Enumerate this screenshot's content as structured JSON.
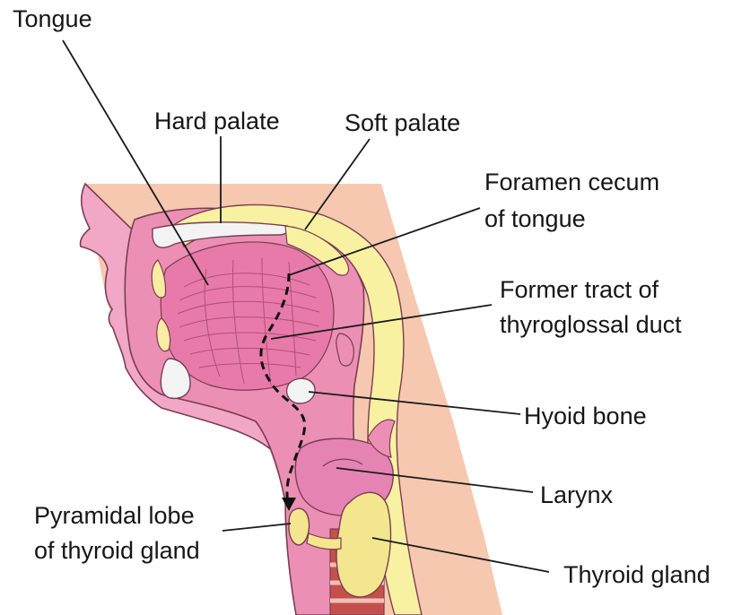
{
  "labels": {
    "tongue": "Tongue",
    "hard_palate": "Hard palate",
    "soft_palate": "Soft palate",
    "foramen_cecum_line1": "Foramen cecum",
    "foramen_cecum_line2": "of tongue",
    "former_tract_line1": "Former tract of",
    "former_tract_line2": "thyroglossal duct",
    "hyoid_bone": "Hyoid bone",
    "larynx": "Larynx",
    "pyramidal_lobe_line1": "Pyramidal lobe",
    "pyramidal_lobe_line2": "of thyroid gland",
    "thyroid_gland": "Thyroid gland"
  },
  "colors": {
    "skin": "#f6c8b0",
    "outer_pink": "#f2a7c6",
    "tongue_pink": "#ec8fb5",
    "pharynx_yellow": "#f8f1a2",
    "bone_fill": "#f3f3f3",
    "thyroid_yellow": "#f4e68e",
    "larynx_pink": "#e583b3",
    "trachea_red": "#c4504c",
    "outline": "#7a3d52",
    "leader_line": "#1a1a1a"
  }
}
